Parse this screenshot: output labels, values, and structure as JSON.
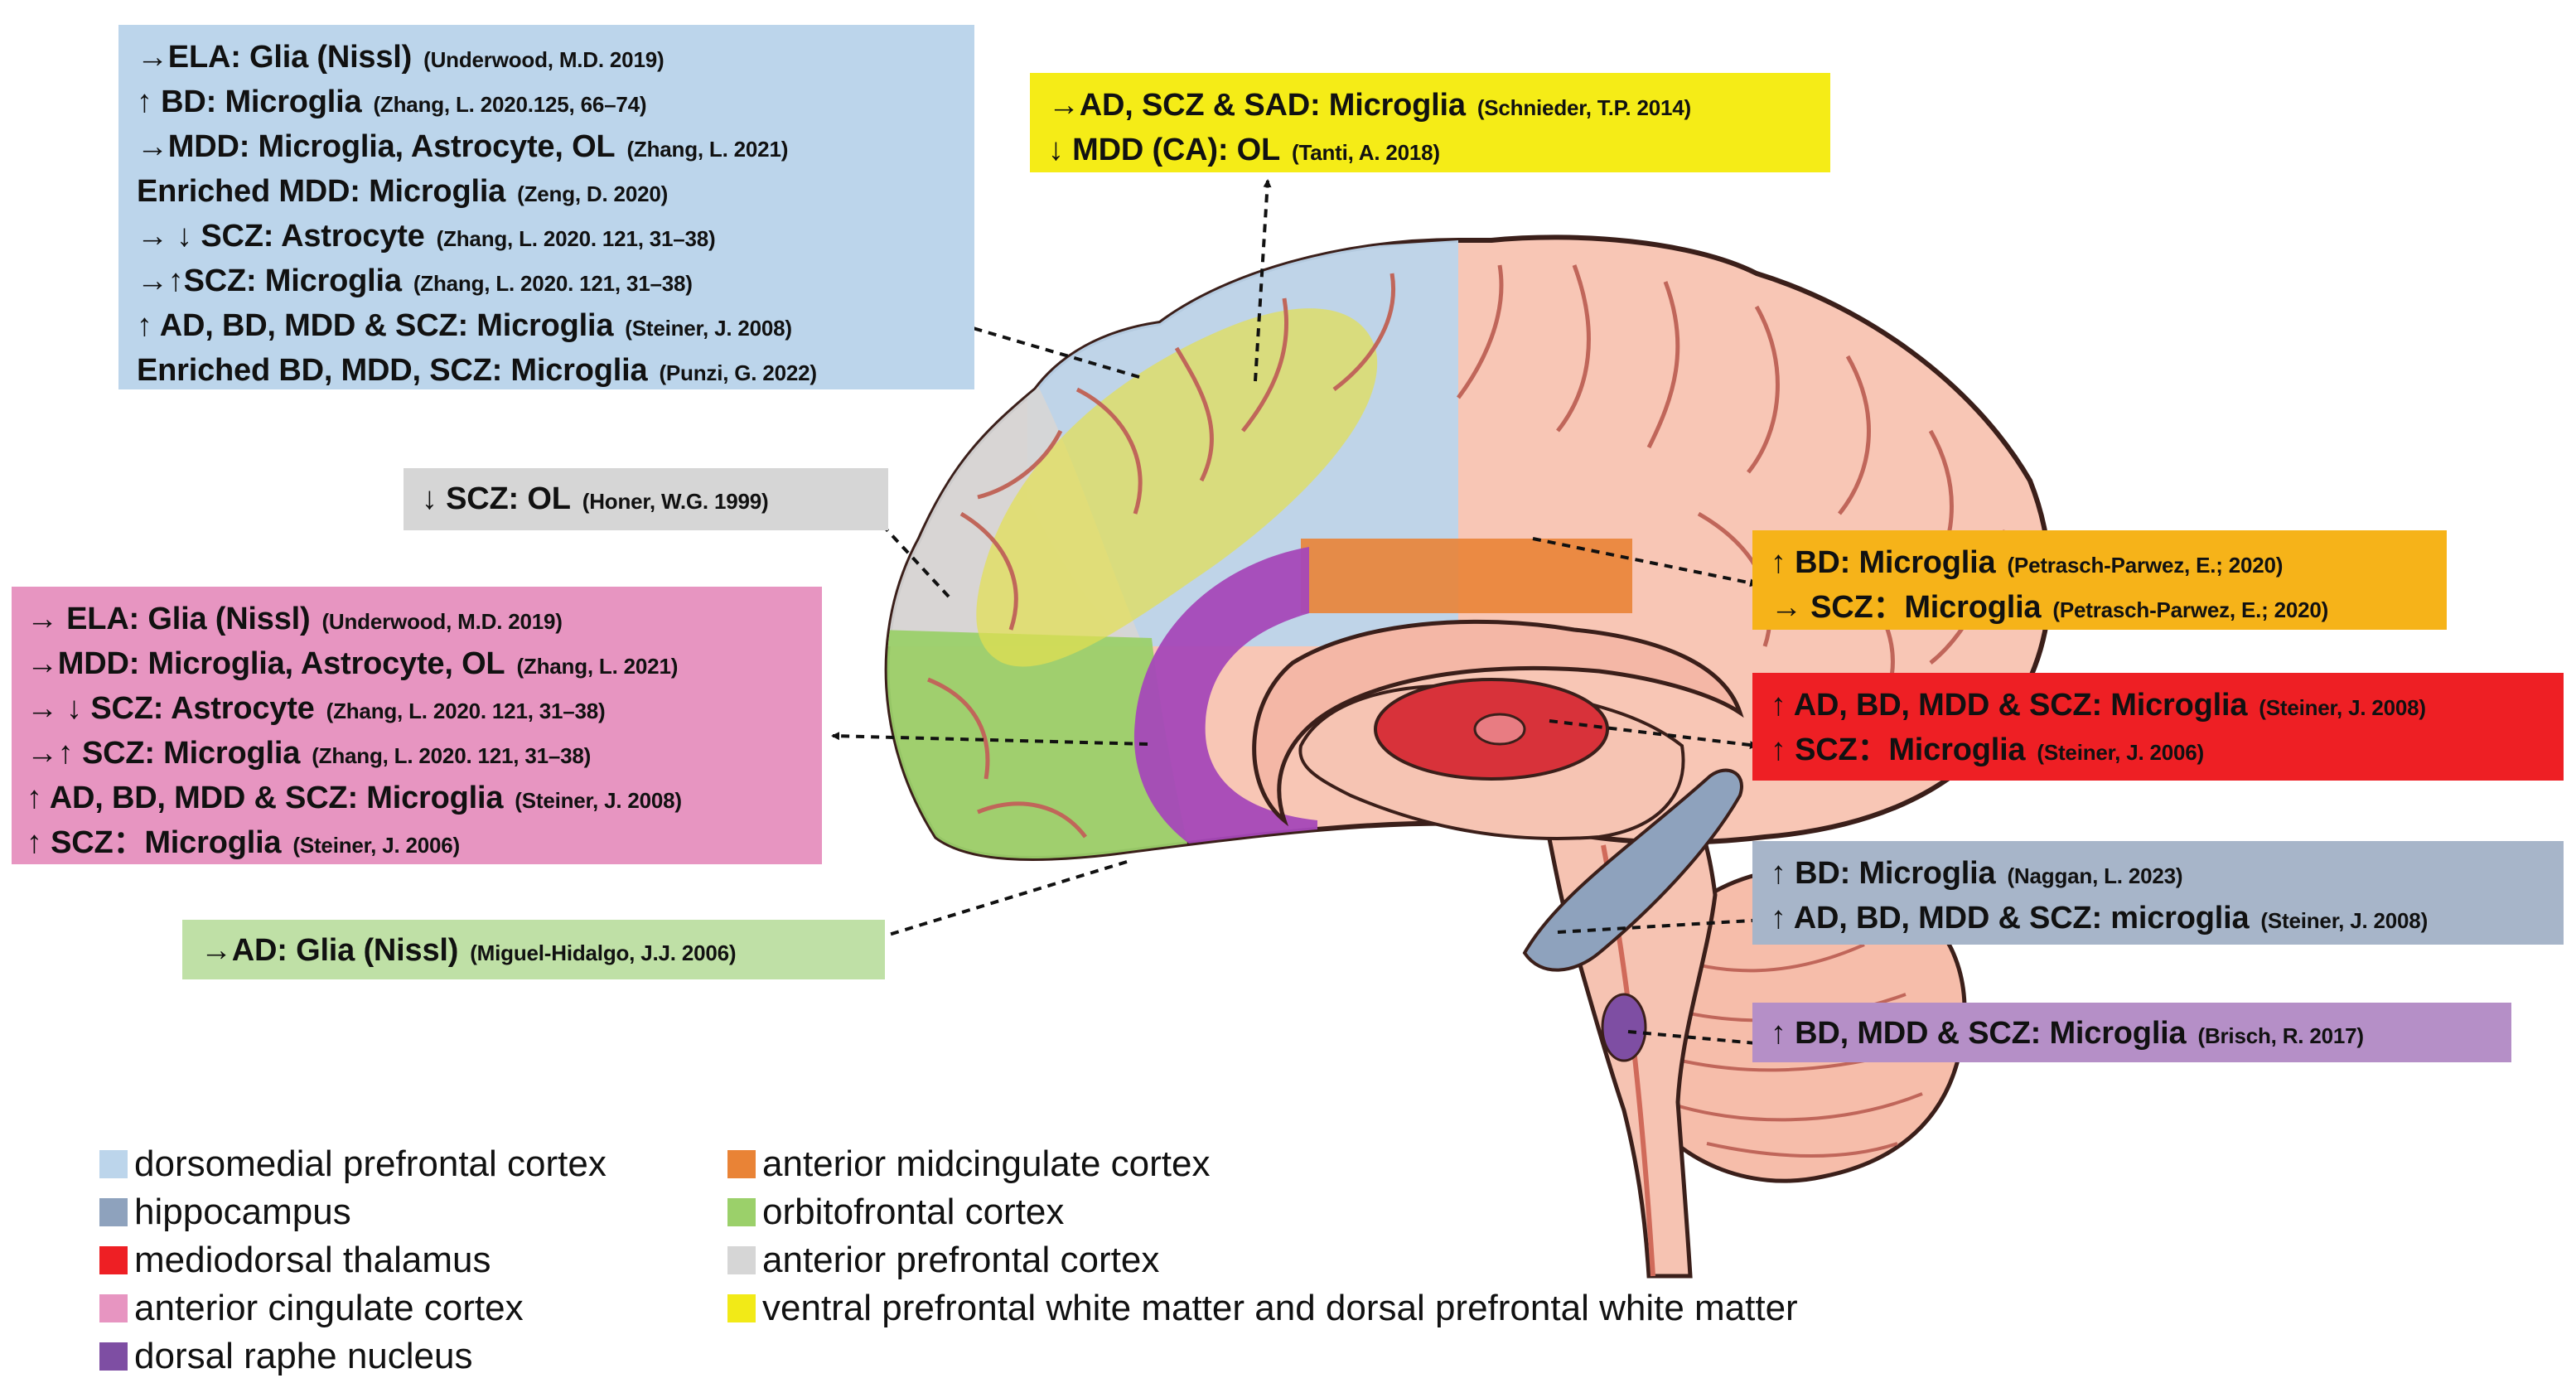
{
  "colors": {
    "dorsomedial": "#bcd5eb",
    "hippocampus": "#8ea2bd",
    "mediodorsal": "#ee1f24",
    "acc": "#e795c1",
    "raphe": "#7e4ea3",
    "amcc": "#e98336",
    "orbitofrontal": "#9bd06a",
    "apfc": "#d6d6d6",
    "whitematter": "#f2ea17",
    "brain_skin": "#f8c6b5",
    "brain_line": "#3b1f1a"
  },
  "boxes": {
    "dmpfc": {
      "bg": "#bcd5eb",
      "lines": [
        {
          "main": "→ELA: Glia (Nissl)",
          "ref": "(Underwood, M.D. 2019)"
        },
        {
          "main": "↑ BD: Microglia",
          "ref": "(Zhang, L. 2020.125, 66–74)"
        },
        {
          "main": "→MDD: Microglia, Astrocyte, OL",
          "ref": "(Zhang, L. 2021)"
        },
        {
          "main": "Enriched MDD: Microglia",
          "ref": "(Zeng, D. 2020)"
        },
        {
          "main": "→ ↓ SCZ: Astrocyte",
          "ref": "(Zhang, L. 2020. 121, 31–38)"
        },
        {
          "main": "→↑SCZ: Microglia",
          "ref": "(Zhang, L. 2020. 121, 31–38)"
        },
        {
          "main": "↑ AD, BD, MDD & SCZ: Microglia",
          "ref": "(Steiner, J. 2008)"
        },
        {
          "main": "Enriched BD, MDD, SCZ: Microglia",
          "ref": "(Punzi, G. 2022)"
        }
      ]
    },
    "wm": {
      "bg": "#f5ec17",
      "lines": [
        {
          "main": "→AD, SCZ & SAD: Microglia",
          "ref": "(Schnieder, T.P. 2014)"
        },
        {
          "main": "↓ MDD (CA): OL",
          "ref": "(Tanti, A. 2018)"
        }
      ]
    },
    "apfc": {
      "bg": "#d6d6d6",
      "lines": [
        {
          "main": "↓ SCZ: OL",
          "ref": "(Honer, W.G. 1999)"
        }
      ]
    },
    "acc": {
      "bg": "#e795c1",
      "lines": [
        {
          "main": "→ ELA: Glia (Nissl)",
          "ref": "(Underwood, M.D. 2019)"
        },
        {
          "main": "→MDD: Microglia, Astrocyte, OL",
          "ref": "(Zhang, L. 2021)"
        },
        {
          "main": "→ ↓ SCZ: Astrocyte",
          "ref": "(Zhang, L. 2020. 121, 31–38)"
        },
        {
          "main": "→↑ SCZ: Microglia",
          "ref": "(Zhang, L. 2020. 121, 31–38)"
        },
        {
          "main": "↑ AD, BD, MDD & SCZ: Microglia",
          "ref": "(Steiner, J. 2008)"
        },
        {
          "main": "↑ SCZ：Microglia",
          "ref": "(Steiner, J. 2006)"
        }
      ]
    },
    "ofc": {
      "bg": "#bfe0a6",
      "lines": [
        {
          "main": "→AD: Glia (Nissl)",
          "ref": "(Miguel-Hidalgo, J.J. 2006)"
        }
      ]
    },
    "amcc": {
      "bg": "#f6b319",
      "lines": [
        {
          "main": "↑ BD: Microglia",
          "ref": "(Petrasch-Parwez, E.; 2020)"
        },
        {
          "main": "→ SCZ：Microglia",
          "ref": "(Petrasch-Parwez, E.; 2020)"
        }
      ]
    },
    "md": {
      "bg": "#ee1f24",
      "lines": [
        {
          "main": "↑ AD, BD, MDD & SCZ: Microglia",
          "ref": "(Steiner, J. 2008)"
        },
        {
          "main": "↑ SCZ：Microglia",
          "ref": "(Steiner, J. 2006)"
        }
      ]
    },
    "hip": {
      "bg": "#a7b5c9",
      "lines": [
        {
          "main": "↑ BD: Microglia",
          "ref": "(Naggan, L. 2023)"
        },
        {
          "main": "↑ AD, BD, MDD & SCZ: microglia",
          "ref": "(Steiner, J. 2008)"
        }
      ]
    },
    "raphe": {
      "bg": "#b58fc7",
      "lines": [
        {
          "main": "↑ BD, MDD & SCZ: Microglia",
          "ref": "(Brisch, R. 2017)"
        }
      ]
    }
  },
  "legend": [
    {
      "label": "dorsomedial prefrontal cortex",
      "color": "#bcd5eb"
    },
    {
      "label": "hippocampus",
      "color": "#8ea2bd"
    },
    {
      "label": "mediodorsal thalamus",
      "color": "#ee1f24"
    },
    {
      "label": "anterior cingulate cortex",
      "color": "#e795c1"
    },
    {
      "label": "dorsal raphe nucleus",
      "color": "#7e4ea3"
    },
    {
      "label": "anterior midcingulate cortex",
      "color": "#e98336"
    },
    {
      "label": "orbitofrontal cortex",
      "color": "#9bd06a"
    },
    {
      "label": "anterior prefrontal cortex",
      "color": "#d6d6d6"
    },
    {
      "label": "ventral prefrontal white matter and dorsal prefrontal white matter",
      "color": "#f2ea17"
    }
  ]
}
